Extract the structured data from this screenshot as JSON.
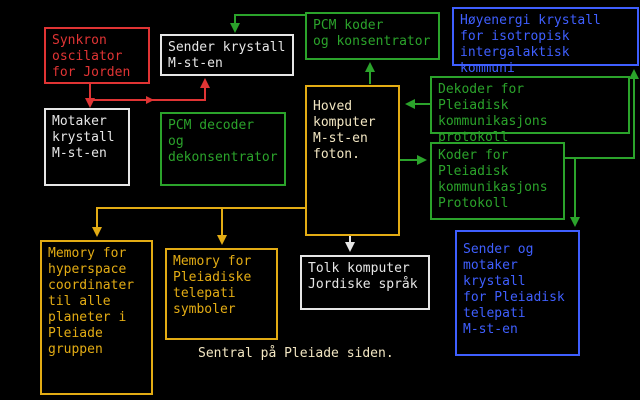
{
  "diagram": {
    "caption": "Sentral på Pleiade siden.",
    "boxes": {
      "synkron": {
        "text": "Synkron\noscilator\nfor Jorden",
        "color": "red"
      },
      "sender": {
        "text": "Sender krystall\nM-st-en",
        "color": "white"
      },
      "pcm_koder": {
        "text": "PCM koder\nog konsentrator",
        "color": "green"
      },
      "hoyenergi": {
        "text": "Høyenergi krystall\nfor isotropisk\nintergalaktisk kommuni",
        "color": "blue"
      },
      "motaker": {
        "text": "Motaker\nkrystall\nM-st-en",
        "color": "white"
      },
      "pcm_decoder": {
        "text": "PCM decoder\nog\ndekonsentrator",
        "color": "green"
      },
      "hoved": {
        "text": "Hoved\nkomputer\nM-st-en\nfoton.",
        "color": "yellow-border-cream-text"
      },
      "dekoder": {
        "text": "Dekoder for\nPleiadisk kommunikasjons\nprotokoll",
        "color": "green"
      },
      "koder": {
        "text": "Koder for\nPleiadisk\nkommunikasjons\nProtokoll",
        "color": "green"
      },
      "sender_motaker": {
        "text": "Sender og\nmotaker\nkrystall\nfor Pleiadisk\ntelepati\nM-st-en",
        "color": "blue"
      },
      "memory_hyperspace": {
        "text": "Memory for\nhyperspace\ncoordinater\ntil alle\nplaneter i\nPleiade\ngruppen",
        "color": "yellow"
      },
      "memory_telepati": {
        "text": "Memory for\nPleiadiske\ntelepati\nsymboler",
        "color": "yellow"
      },
      "tolk": {
        "text": "Tolk komputer\nJordiske språk",
        "color": "white"
      }
    },
    "edges": [
      {
        "from": "synkron",
        "to": "motaker",
        "color": "red"
      },
      {
        "from": "synkron",
        "to": "sender",
        "color": "red"
      },
      {
        "from": "pcm_koder",
        "to": "sender",
        "color": "green"
      },
      {
        "from": "hoved",
        "to": "pcm_koder",
        "color": "green"
      },
      {
        "from": "dekoder",
        "to": "hoved",
        "color": "green"
      },
      {
        "from": "hoved",
        "to": "koder",
        "color": "green"
      },
      {
        "from": "koder",
        "to": "hoyenergi",
        "color": "green"
      },
      {
        "from": "dekoder",
        "to": "sender_motaker",
        "color": "green"
      },
      {
        "from": "hoved",
        "to": "memory_hyperspace",
        "color": "yellow"
      },
      {
        "from": "hoved",
        "to": "memory_telepati",
        "color": "yellow"
      },
      {
        "from": "hoved",
        "to": "tolk",
        "color": "white"
      }
    ],
    "colors": {
      "background": "#000000",
      "red": "#e03434",
      "green": "#2ba32b",
      "blue": "#3f5fff",
      "yellow": "#e3ac14",
      "white": "#e6e6e6",
      "cream": "#f2e6c2"
    }
  }
}
